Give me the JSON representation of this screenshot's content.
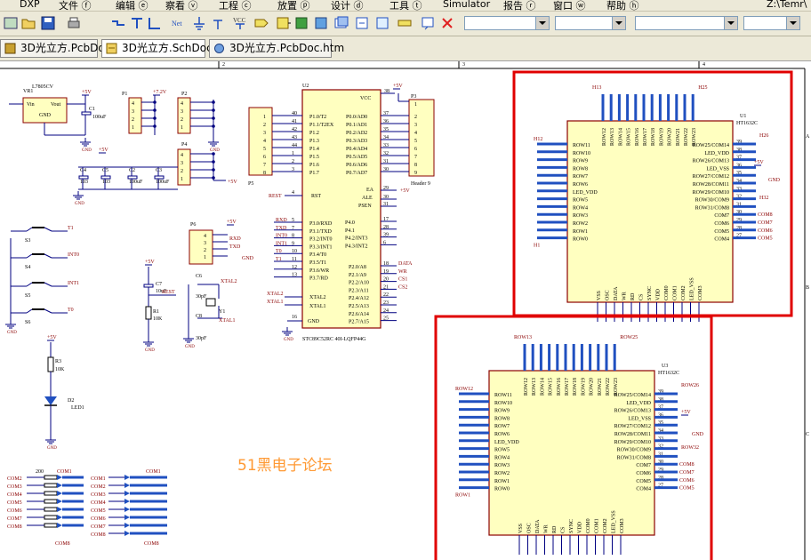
{
  "menubar": {
    "items": [
      "DXP",
      "文件 ⓕ",
      "编辑 ⓔ",
      "察看 ⓥ",
      "工程 ⓒ",
      "放置 ⓟ",
      "设计 ⓓ",
      "工具 ⓣ",
      "Simulator",
      "报告 ⓡ",
      "窗口 ⓦ",
      "帮助 ⓗ"
    ],
    "right_text": "Z:\\Temr\\"
  },
  "tabs": [
    {
      "label": "3D光立方.PcbDoc",
      "type": "pcb"
    },
    {
      "label": "3D光立方.SchDoc",
      "type": "sch"
    },
    {
      "label": "3D光立方.PcbDoc.htm",
      "type": "htm"
    }
  ],
  "watermark": "51黑电子论坛",
  "ruler": {
    "top_marks": [
      "2",
      "3",
      "4"
    ],
    "right_marks": [
      "A",
      "B",
      "C"
    ]
  },
  "parts": {
    "vr1": {
      "ref": "VR1",
      "value": "L7805CV",
      "vin": "Vin",
      "vout": "Vout",
      "gnd": "GND"
    },
    "u2": {
      "ref": "U2",
      "name": "STC89C52RC 40I-LQFP44G",
      "vcc": "VCC",
      "rst": "RST",
      "ea": "EA",
      "ale": "ALE",
      "psen": "PSEN",
      "gnd": "GND",
      "xtal2": "XTAL2",
      "xtal1": "XTAL1"
    },
    "u1": {
      "ref": "U1",
      "name": "HT1632C"
    },
    "u3": {
      "ref": "U3",
      "name": "HT1632C"
    },
    "p1": "P1",
    "p2": "P2",
    "p3": "P3",
    "p3_name": "Header 9",
    "p4": "P4",
    "p5": "P5",
    "p6": "P6",
    "y1": "Y1",
    "c6": "C6",
    "c8": "C8",
    "c7": "C7",
    "r1": "R1",
    "r3": "R3",
    "d2": "D2",
    "led1": "LED1",
    "c1": "C1",
    "c2": "C2",
    "c3": "C3",
    "c4": "C4",
    "c5": "C5"
  },
  "labels": {
    "plus5v": "+5V",
    "plus7v": "+7.2V",
    "gnd": "GND",
    "cap100u": "100uF",
    "cap103": "103",
    "cap10u": "10uF",
    "cap30p": "30pF",
    "r10k": "10K",
    "rxd": "RXD",
    "txd": "TXD",
    "int0": "INT0",
    "int1": "INT1",
    "t0": "T0",
    "t1": "T1",
    "s3": "S3",
    "s4": "S4",
    "s5": "S5",
    "s6": "S6",
    "rest": "REST",
    "xtal2": "XTAL2",
    "xtal1": "XTAL1",
    "h13": "H13",
    "h25": "H25",
    "h12": "H12",
    "h1": "H1",
    "h26": "H26",
    "h32": "H32",
    "row13": "ROW13",
    "row25": "ROW25",
    "row12": "ROW12",
    "row1": "ROW1",
    "row26": "ROW26",
    "row32": "ROW32",
    "com1": "COM1",
    "com8": "COM8",
    "r200": "200"
  },
  "u2_pins_left": [
    {
      "n": "40",
      "l": "P1.0/T2"
    },
    {
      "n": "41",
      "l": "P1.1/T2EX"
    },
    {
      "n": "42",
      "l": "P1.2"
    },
    {
      "n": "43",
      "l": "P1.3"
    },
    {
      "n": "44",
      "l": "P1.4"
    },
    {
      "n": "1",
      "l": "P1.5"
    },
    {
      "n": "2",
      "l": "P1.6"
    },
    {
      "n": "3",
      "l": "P1.7"
    }
  ],
  "u2_pins_right": [
    {
      "n": "37",
      "l": "P0.0/AD0"
    },
    {
      "n": "36",
      "l": "P0.1/AD1"
    },
    {
      "n": "35",
      "l": "P0.2/AD2"
    },
    {
      "n": "34",
      "l": "P0.3/AD3"
    },
    {
      "n": "33",
      "l": "P0.4/AD4"
    },
    {
      "n": "32",
      "l": "P0.5/AD5"
    },
    {
      "n": "31",
      "l": "P0.6/AD6"
    },
    {
      "n": "30",
      "l": "P0.7/AD7"
    }
  ],
  "u2_port3": [
    {
      "n": "5",
      "l": "P3.0/RXD",
      "net": "RXD"
    },
    {
      "n": "7",
      "l": "P3.1/TXD",
      "net": "TXD"
    },
    {
      "n": "8",
      "l": "P3.2/INT0",
      "net": "INT0"
    },
    {
      "n": "9",
      "l": "P3.3/INT1",
      "net": "INT1"
    },
    {
      "n": "10",
      "l": "P3.4/T0",
      "net": "T0"
    },
    {
      "n": "11",
      "l": "P3.5/T1",
      "net": "T1"
    },
    {
      "n": "12",
      "l": "P3.6/WR",
      "net": ""
    },
    {
      "n": "13",
      "l": "P3.7/RD",
      "net": ""
    }
  ],
  "u2_port4": [
    {
      "n": "17",
      "l": "P4.0"
    },
    {
      "n": "28",
      "l": "P4.1"
    },
    {
      "n": "39",
      "l": "P4.2/INT3"
    },
    {
      "n": "6",
      "l": "P4.3/INT2"
    }
  ],
  "u2_port2": [
    {
      "n": "18",
      "l": "P2.0/A8"
    },
    {
      "n": "19",
      "l": "P2.1/A9"
    },
    {
      "n": "20",
      "l": "P2.2/A10"
    },
    {
      "n": "21",
      "l": "P2.3/A11"
    },
    {
      "n": "22",
      "l": "P2.4/A12"
    },
    {
      "n": "23",
      "l": "P2.5/A13"
    },
    {
      "n": "24",
      "l": "P2.6/A14"
    },
    {
      "n": "25",
      "l": "P2.7/A15"
    }
  ],
  "u2_port2_nets": [
    "DATA",
    "WR",
    "CS1",
    "CS2",
    "",
    ""
  ],
  "ht_top": [
    "ROW12",
    "ROW13",
    "ROW14",
    "ROW15",
    "ROW16",
    "ROW17",
    "ROW18",
    "ROW19",
    "ROW20",
    "ROW21",
    "ROW22",
    "ROW23"
  ],
  "ht_left": [
    "ROW11",
    "ROW10",
    "ROW9",
    "ROW8",
    "ROW7",
    "ROW6",
    "LED_VDD",
    "ROW5",
    "ROW4",
    "ROW3",
    "ROW2",
    "ROW1",
    "ROW0"
  ],
  "ht_right": [
    "ROW25/COM14",
    "LED_VDD",
    "ROW26/COM13",
    "LED_VSS",
    "ROW27/COM12",
    "ROW28/COM11",
    "ROW29/COM10",
    "ROW30/COM9",
    "ROW31/COM8",
    "COM7",
    "COM6",
    "COM5",
    "COM4"
  ],
  "ht_right_pins": [
    "39",
    "38",
    "37",
    "36",
    "35",
    "34",
    "33",
    "32",
    "31",
    "30",
    "29",
    "28",
    "27"
  ],
  "ht_right_nets": [
    "",
    "",
    "",
    "",
    "",
    "",
    "",
    "",
    "",
    "COM8",
    "COM7",
    "COM6",
    "COM5"
  ],
  "ht_bottom": [
    "VSS",
    "OSC",
    "DATA",
    "WR",
    "RD",
    "CS",
    "SYNC",
    "VDD",
    "COM0",
    "COM1",
    "COM2",
    "LED_VSS",
    "COM3"
  ],
  "com_nets": [
    "COM2",
    "COM3",
    "COM4",
    "COM5",
    "COM6",
    "COM7",
    "COM8"
  ],
  "com_nets_mid": [
    "COM1",
    "COM2",
    "COM3",
    "COM4",
    "COM5",
    "COM6",
    "COM7",
    "COM8"
  ],
  "colors": {
    "wire": "#000080",
    "part_fill": "#ffffc0",
    "part_border": "#8b0000",
    "red_box": "#e00000",
    "net_label": "#8b0000",
    "pin_text": "#000000",
    "tb_bg": "#ece9d8"
  }
}
